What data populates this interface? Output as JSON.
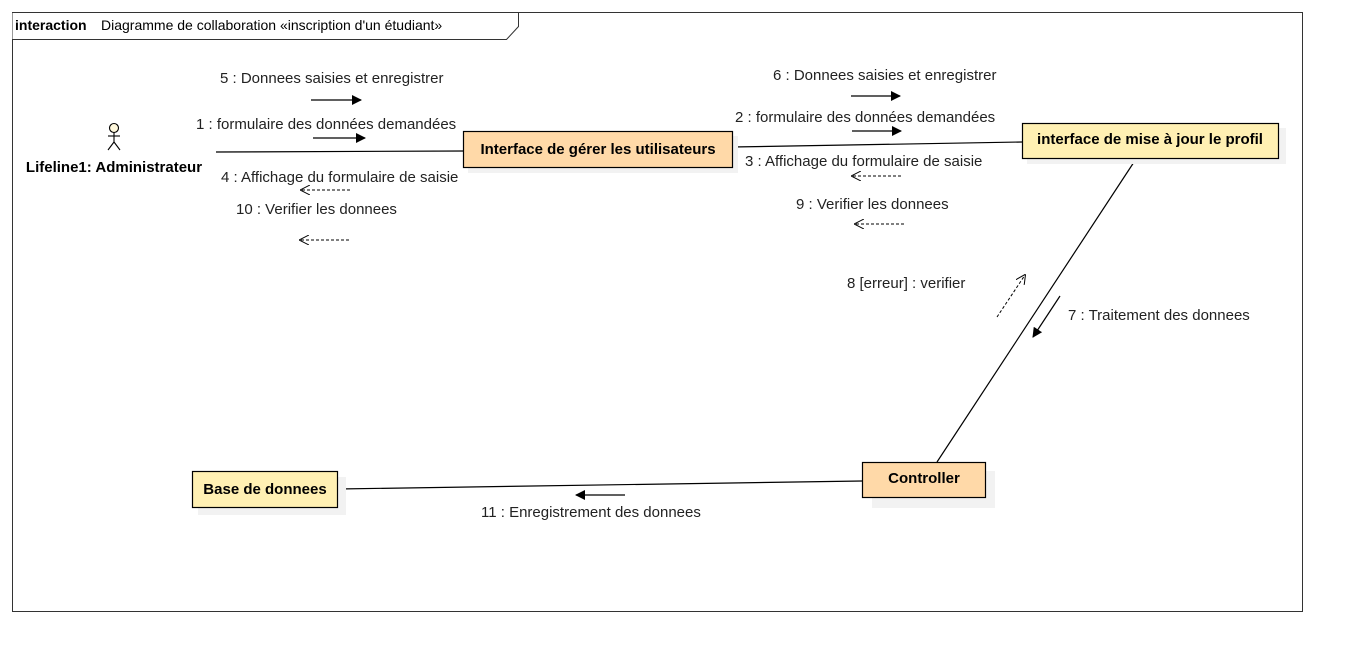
{
  "frame": {
    "keyword": "interaction",
    "title": "Diagramme de collaboration «inscription d'un étudiant»"
  },
  "actor": {
    "label": "Lifeline1: Administrateur"
  },
  "objects": {
    "interface_gerer": "Interface de gérer les utilisateurs",
    "interface_profil": "interface de mise à jour le profil",
    "controller": "Controller",
    "base": "Base de donnees"
  },
  "messages": {
    "m1": "1 : formulaire des données demandées",
    "m2": "2 : formulaire des données demandées",
    "m3": "3 : Affichage du formulaire de saisie",
    "m4": "4 : Affichage du formulaire de saisie",
    "m5": "5 : Donnees saisies et enregistrer",
    "m6": "6 : Donnees saisies et enregistrer",
    "m7": "7 : Traitement des donnees",
    "m8": "8 [erreur] : verifier",
    "m9": "9 : Verifier les donnees",
    "m10": "10 : Verifier les donnees",
    "m11": "11 : Enregistrement des donnees"
  },
  "colors": {
    "object_fill_orange": "#ffd9a8",
    "object_fill_yellow": "#fff0b3",
    "shadow": "#f2f2f2",
    "line": "#000000",
    "frame_border": "#333333"
  }
}
